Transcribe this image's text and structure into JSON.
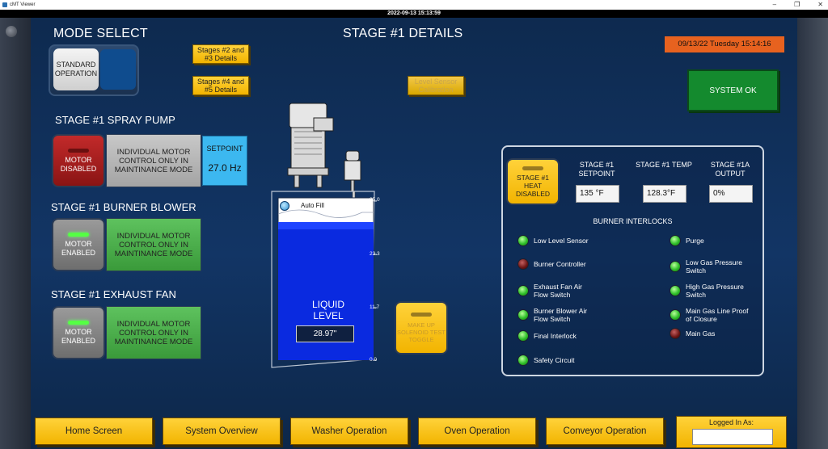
{
  "window": {
    "app_title": "cMT Viewer",
    "clock": "2022-09-13 15:13:59"
  },
  "mode": {
    "title": "MODE SELECT",
    "button_label": "STANDARD OPERATION"
  },
  "stage": {
    "title": "STAGE #1 DETAILS"
  },
  "nav_small": {
    "stages23": "Stages #2 and #3 Details",
    "stages45": "Stages #4 and #5 Details",
    "level_cal": "Level Sensor Calibration"
  },
  "spray_pump": {
    "title": "STAGE #1 SPRAY PUMP",
    "motor_status": "MOTOR DISABLED",
    "info": "INDIVIDUAL MOTOR CONTROL ONLY IN MAINTINANCE MODE",
    "setpoint_label": "SETPOINT",
    "setpoint_value": "27.0 Hz"
  },
  "burner_blower": {
    "title": "STAGE #1 BURNER BLOWER",
    "motor_status": "MOTOR ENABLED",
    "info": "INDIVIDUAL MOTOR CONTROL ONLY IN MAINTINANCE MODE"
  },
  "exhaust_fan": {
    "title": "STAGE #1 EXHAUST FAN",
    "motor_status": "MOTOR ENABLED",
    "info": "INDIVIDUAL MOTOR CONTROL ONLY IN MAINTINANCE MODE"
  },
  "tank": {
    "auto_fill": "Auto Fill",
    "liquid_label": "LIQUID LEVEL",
    "level_value": "28.97\"",
    "level_fraction": 0.827,
    "scale": [
      "35.0",
      "23.3",
      "11.7",
      "0.0"
    ]
  },
  "makeup": {
    "label": "MAKE UP SOLENOID TEST TOGGLE"
  },
  "datetime": "09/13/22   Tuesday 15:14:16",
  "system_status": "SYSTEM OK",
  "details": {
    "heat_button": "STAGE #1 HEAT DISABLED",
    "setpoint_head": "STAGE #1 SETPOINT",
    "temp_head": "STAGE #1 TEMP",
    "output_head": "STAGE #1A OUTPUT",
    "setpoint_val": "135 °F",
    "temp_val": "128.3°F",
    "output_val": "0%",
    "interlocks_title": "BURNER INTERLOCKS",
    "interlocks_left": [
      {
        "label": "Low Level Sensor",
        "state": "green"
      },
      {
        "label": "Burner Controller",
        "state": "red"
      },
      {
        "label": "Exhaust Fan Air Flow Switch",
        "state": "green"
      },
      {
        "label": "Burner Blower Air Flow Switch",
        "state": "green"
      },
      {
        "label": "Final Interlock",
        "state": "green"
      },
      {
        "label": "Safety Circuit",
        "state": "green"
      }
    ],
    "interlocks_right": [
      {
        "label": "Purge",
        "state": "green"
      },
      {
        "label": "Low Gas Pressure Switch",
        "state": "green"
      },
      {
        "label": "High Gas Pressure Switch",
        "state": "green"
      },
      {
        "label": "Main Gas Line Proof of Closure",
        "state": "green"
      },
      {
        "label": "Main Gas",
        "state": "red"
      }
    ]
  },
  "bottom_nav": [
    "Home Screen",
    "System Overview",
    "Washer Operation",
    "Oven Operation",
    "Conveyor Operation"
  ],
  "login": {
    "label": "Logged In As:",
    "value": ""
  }
}
